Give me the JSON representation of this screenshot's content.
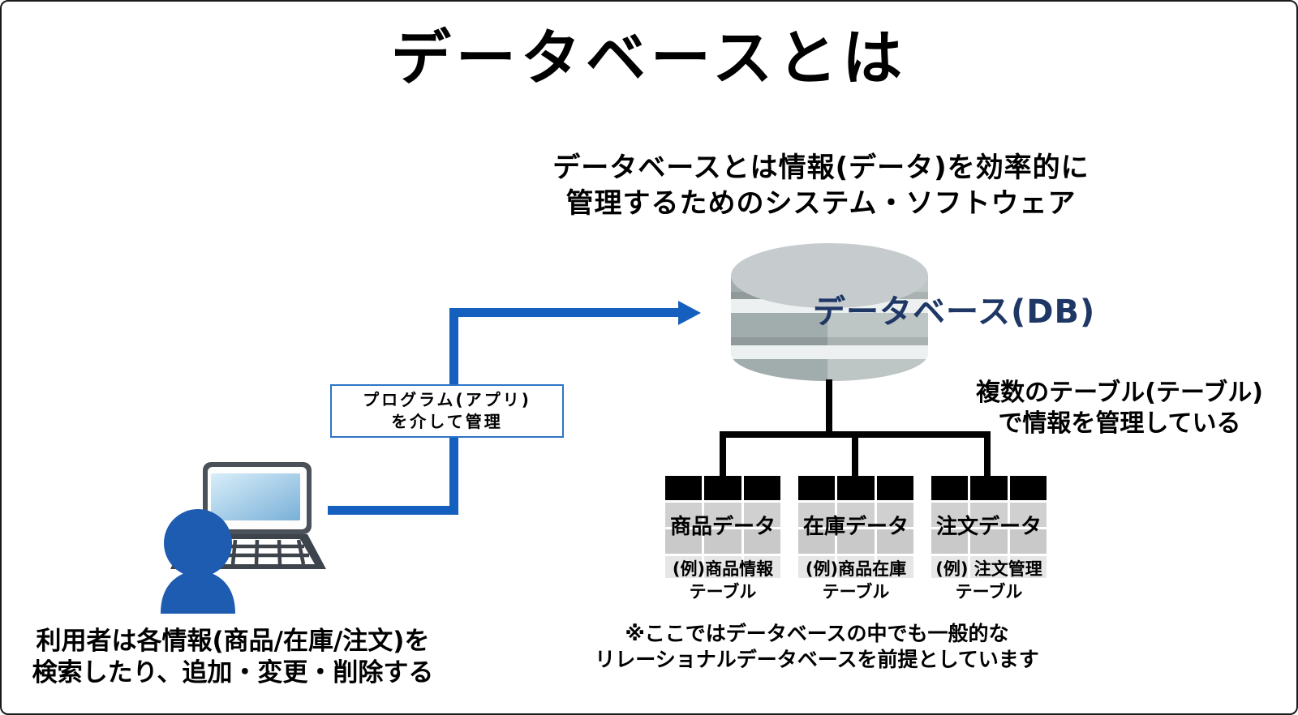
{
  "title": "データベースとは",
  "definition": {
    "line1": "データベースとは情報(データ)を効率的に",
    "line2": "管理するためのシステム・ソフトウェア"
  },
  "database_label": "データベース(DB)",
  "program_box": {
    "line1": "プログラム(アプリ)",
    "line2": "を介して管理"
  },
  "tables_note": {
    "line1": "複数のテーブル(テーブル)",
    "line2": "で情報を管理している"
  },
  "tables": [
    {
      "label": "商品データ",
      "caption1": "(例)商品情報",
      "caption2": "テーブル"
    },
    {
      "label": "在庫データ",
      "caption1": "(例)商品在庫",
      "caption2": "テーブル"
    },
    {
      "label": "注文データ",
      "caption1": "(例) 注文管理",
      "caption2": "テーブル"
    }
  ],
  "user_note": {
    "line1": "利用者は各情報(商品/在庫/注文)を",
    "line2": "検索したり、追加・変更・削除する"
  },
  "footnote": {
    "line1": "※ここではデータベースの中でも一般的な",
    "line2": "リレーショナルデータベースを前提としています"
  },
  "colors": {
    "arrow_blue": "#155fbe",
    "db_label_navy": "#1e3765",
    "person_blue": "#1d5cb0",
    "box_border_blue": "#2e74c8",
    "table_header_black": "#000000",
    "table_row_gray": "#cccccc",
    "cylinder_gray": "#b0b9b9"
  }
}
